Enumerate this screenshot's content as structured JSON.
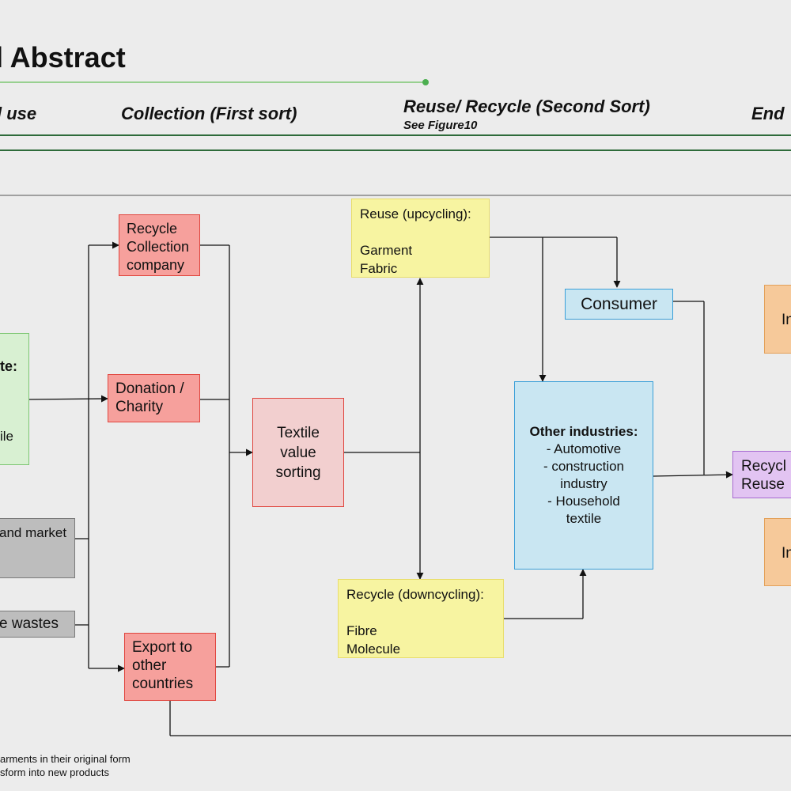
{
  "header": {
    "title": "l Abstract",
    "stages": [
      {
        "label": "l use"
      },
      {
        "label": "Collection (First sort)"
      },
      {
        "label": "Reuse/ Recycle (Second Sort)",
        "sub": "See Figure10"
      },
      {
        "label": "End"
      }
    ]
  },
  "boxes": {
    "recycle_collection": "Recycle\nCollection\ncompany",
    "donation": "Donation /\nCharity",
    "export": "Export to\nother\ncountries",
    "green_title": "te:",
    "green_line": "ile",
    "second_hand": "and market",
    "wastes": "e wastes",
    "textile_sorting": "Textile\nvalue\nsorting",
    "reuse_upcycling": "Reuse (upcycling):\n\nGarment\nFabric",
    "recycle_downcycling": "Recycle (downcycling):\n\nFibre\nMolecule",
    "consumer": "Consumer",
    "other_industries_title": "Other industries:",
    "other_industries_items": "- Automotive\n- construction\nindustry\n- Household\ntextile",
    "recycle_reuse": "Recycl\nReuse",
    "orange_top": "In",
    "orange_bottom": "In"
  },
  "notes": {
    "line1": "arments in their original form",
    "line2": "sform into new products"
  },
  "colors": {
    "red_fill": "#f6a09c",
    "red_border": "#e0453e",
    "yellow_fill": "#f7f4a1",
    "blue_fill": "#c9e6f2",
    "blue_border": "#3a9fd8",
    "green_fill": "#d8f0d2",
    "gray_fill": "#bdbdbd",
    "orange_fill": "#f6c99a",
    "purple_fill": "#e2c4f2",
    "accent_green": "#4caf50",
    "divider_green": "#2e6b3a"
  }
}
